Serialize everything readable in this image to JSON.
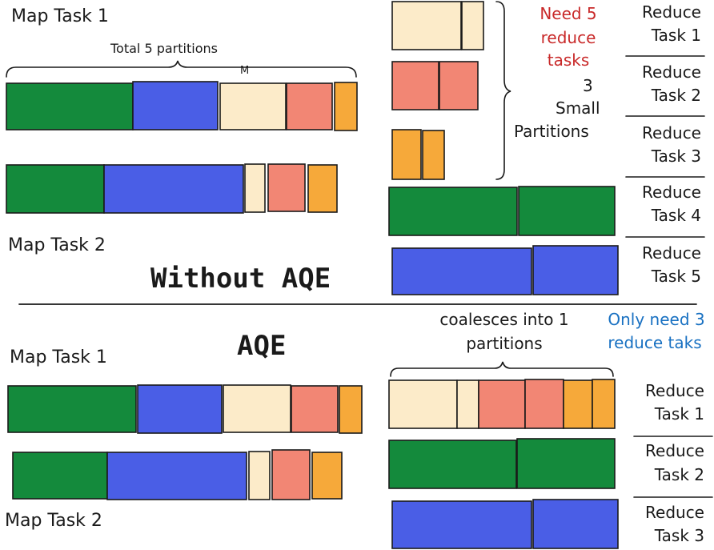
{
  "colors": {
    "green": "#148a3c",
    "blue": "#4a5ee6",
    "cream": "#fcebc9",
    "salmon": "#f28674",
    "orange": "#f6a93a",
    "ink": "#1a1a1a",
    "red_text": "#c92a2a",
    "blue_text": "#1971c2"
  },
  "top": {
    "map_task_1": "Map Task 1",
    "total_partitions": "Total 5 partitions",
    "brace_mark": "M",
    "map_task_2": "Map Task 2",
    "title": "Without AQE",
    "need_reduce": [
      "Need 5",
      "reduce",
      "tasks"
    ],
    "small_partitions": [
      "3",
      "Small",
      "Partitions"
    ],
    "reduce_tasks": [
      {
        "line1": "Reduce",
        "line2": "Task 1"
      },
      {
        "line1": "Reduce",
        "line2": "Task 2"
      },
      {
        "line1": "Reduce",
        "line2": "Task 3"
      },
      {
        "line1": "Reduce",
        "line2": "Task 4"
      },
      {
        "line1": "Reduce",
        "line2": "Task 5"
      }
    ]
  },
  "bottom": {
    "title": "AQE",
    "map_task_1": "Map Task 1",
    "map_task_2": "Map Task 2",
    "coalesce": [
      "coalesces into 1",
      "partitions"
    ],
    "only_need": [
      "Only need 3",
      "reduce taks"
    ],
    "reduce_tasks": [
      {
        "line1": "Reduce",
        "line2": "Task 1"
      },
      {
        "line1": "Reduce",
        "line2": "Task 2"
      },
      {
        "line1": "Reduce",
        "line2": "Task 3"
      }
    ]
  }
}
